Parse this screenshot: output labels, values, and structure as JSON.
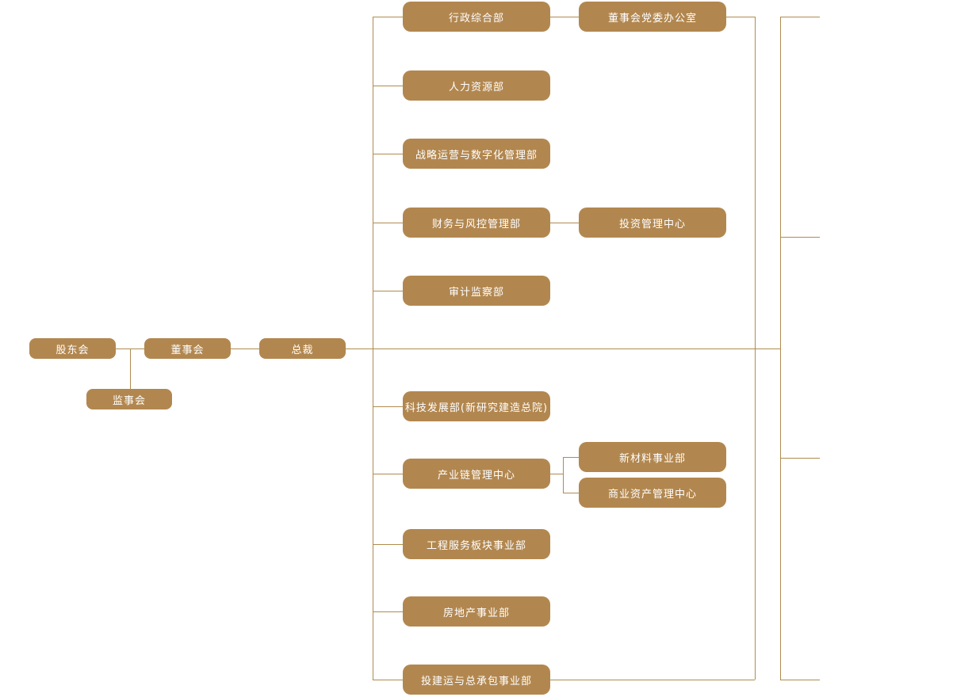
{
  "colors": {
    "node_fill": "#B2874F",
    "connector": "#AF8C4F",
    "node_text": "#FFFFFF",
    "background": "#FFFFFF"
  },
  "executive": {
    "shareholders_meeting": "股东会",
    "supervisory_board": "监事会",
    "board_of_directors": "董事会",
    "president": "总裁"
  },
  "departments": [
    {
      "label": "行政综合部",
      "children": [
        "董事会党委办公室"
      ]
    },
    {
      "label": "人力资源部",
      "children": []
    },
    {
      "label": "战略运营与数字化管理部",
      "children": []
    },
    {
      "label": "财务与风控管理部",
      "children": [
        "投资管理中心"
      ]
    },
    {
      "label": "审计监察部",
      "children": []
    },
    {
      "label": "科技发展部(新研究建造总院)",
      "children": []
    },
    {
      "label": "产业链管理中心",
      "children": [
        "新材料事业部",
        "商业资产管理中心"
      ]
    },
    {
      "label": "工程服务板块事业部",
      "children": []
    },
    {
      "label": "房地产事业部",
      "children": []
    },
    {
      "label": "投建运与总承包事业部",
      "children": []
    }
  ]
}
